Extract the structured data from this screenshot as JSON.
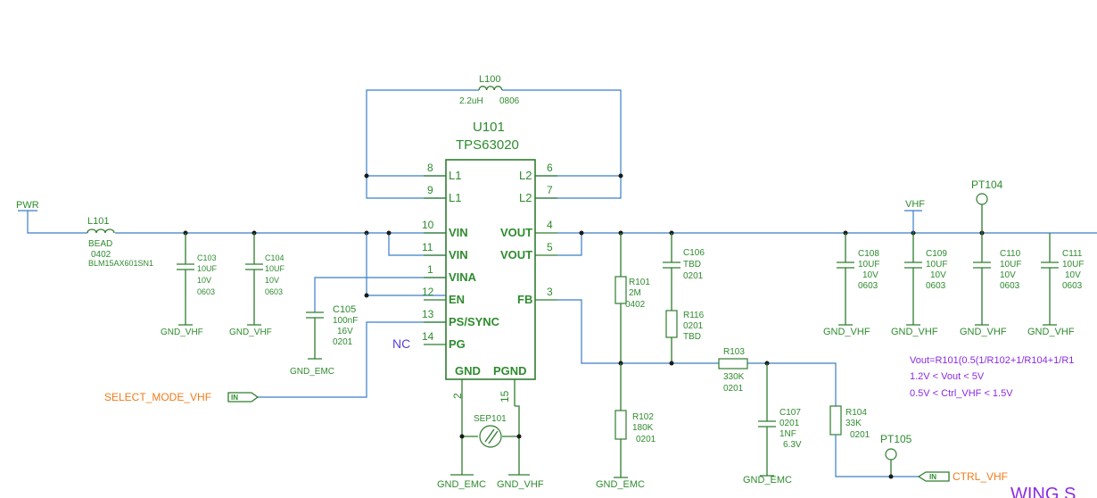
{
  "ic": {
    "ref": "U101",
    "part": "TPS63020",
    "pins": {
      "p8": "8",
      "p9": "9",
      "p10": "10",
      "p11": "11",
      "p1": "1",
      "p12": "12",
      "p13": "13",
      "p14": "14",
      "p6": "6",
      "p7": "7",
      "p4": "4",
      "p5": "5",
      "p3": "3",
      "p2": "2",
      "p15": "15"
    },
    "pin_labels": {
      "L1a": "L1",
      "L1b": "L1",
      "VINa": "VIN",
      "VINb": "VIN",
      "VINA": "VINA",
      "EN": "EN",
      "PS": "PS/SYNC",
      "PG": "PG",
      "L2a": "L2",
      "L2b": "L2",
      "VOUTa": "VOUT",
      "VOUTb": "VOUT",
      "FB": "FB",
      "GND": "GND",
      "PGND": "PGND"
    }
  },
  "nc_label": "NC",
  "L100": {
    "ref": "L100",
    "value": "2.2uH",
    "pkg": "0806"
  },
  "L101": {
    "ref": "L101",
    "v1": "BEAD",
    "v2": "0402",
    "v3": "BLM15AX601SN1"
  },
  "nets": {
    "pwr": "PWR",
    "vhf": "VHF",
    "gnd_vhf": "GND_VHF",
    "gnd_emc": "GND_EMC"
  },
  "caps": {
    "C103": [
      "C103",
      "10UF",
      "10V",
      "0603"
    ],
    "C104": [
      "C104",
      "10UF",
      "10V",
      "0603"
    ],
    "C105": [
      "C105",
      "100nF",
      "16V",
      "0201"
    ],
    "C106": [
      "C106",
      "TBD",
      "0201"
    ],
    "C107": [
      "C107",
      "0201",
      "1NF",
      "6.3V"
    ],
    "C108": [
      "C108",
      "10UF",
      "10V",
      "0603"
    ],
    "C109": [
      "C109",
      "10UF",
      "10V",
      "0603"
    ],
    "C110": [
      "C110",
      "10UF",
      "10V",
      "0603"
    ],
    "C111": [
      "C111",
      "10UF",
      "10V",
      "0603"
    ]
  },
  "res": {
    "R101": [
      "R101",
      "2M",
      "0402"
    ],
    "R116": [
      "R116",
      "0201",
      "TBD"
    ],
    "R102": [
      "R102",
      "180K",
      "0201"
    ],
    "R103": [
      "R103",
      "330K",
      "0201"
    ],
    "R104": [
      "R104",
      "33K",
      "0201"
    ]
  },
  "sep": "SEP101",
  "tp": {
    "pt104": "PT104",
    "pt105": "PT105"
  },
  "ports": {
    "select_mode": "SELECT_MODE_VHF",
    "ctrl": "CTRL_VHF",
    "in": "IN"
  },
  "notes": {
    "n1": "Vout=R101(0.5(1/R102+1/R104+1/R1",
    "n2": "1.2V < Vout < 5V",
    "n3": "0.5V < Ctrl_VHF < 1.5V"
  },
  "corner": "WING S"
}
